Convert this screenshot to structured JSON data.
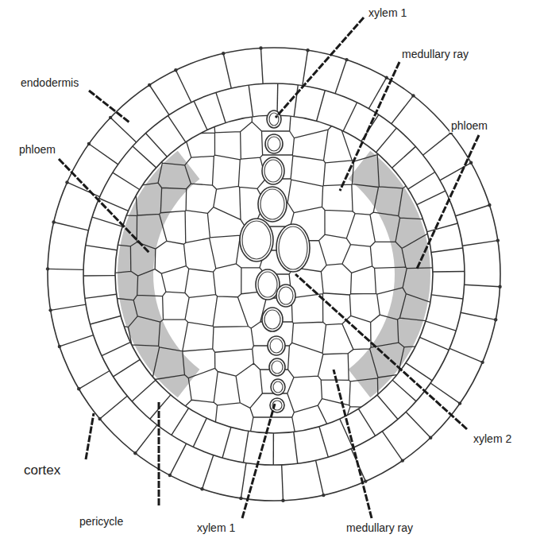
{
  "diagram": {
    "labels": [
      "xylem 1",
      "medullary ray",
      "endodermis",
      "phloem",
      "phloem",
      "xylem 2",
      "cortex",
      "pericycle",
      "xylem 1",
      "medullary ray"
    ]
  }
}
